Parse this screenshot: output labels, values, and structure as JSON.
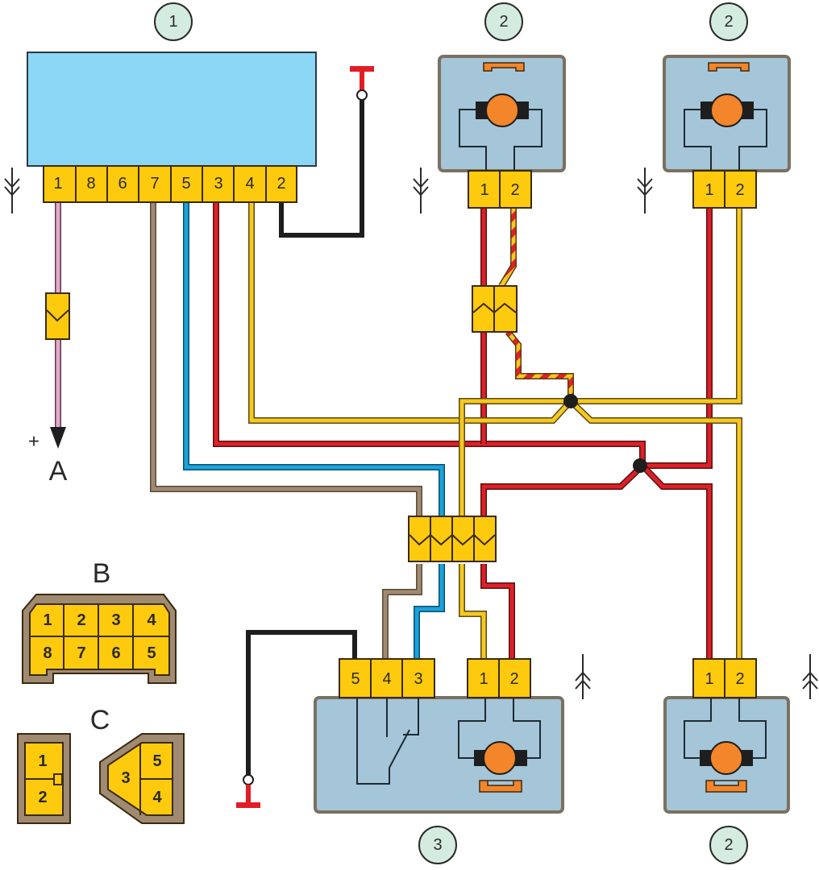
{
  "diagram": {
    "title": "Wiring diagram: front and rear power window motors",
    "callouts": {
      "c1": "1",
      "c2a": "2",
      "c2b": "2",
      "c2c": "2",
      "c3": "3"
    },
    "components": [
      {
        "id": "1",
        "description": "control unit",
        "connector_pins": [
          "1",
          "8",
          "6",
          "7",
          "5",
          "3",
          "4",
          "2"
        ]
      },
      {
        "id": "2",
        "description": "window motor",
        "connector_pins": [
          "1",
          "2"
        ]
      },
      {
        "id": "3",
        "description": "window motor with limit switch",
        "connector_pins": [
          "5",
          "4",
          "3",
          "1",
          "2"
        ]
      }
    ],
    "labels": {
      "A_plus": "+",
      "A": "A",
      "B": "B",
      "C": "C"
    },
    "connector_B": {
      "top_row": [
        "1",
        "2",
        "3",
        "4"
      ],
      "bottom_row": [
        "8",
        "7",
        "6",
        "5"
      ]
    },
    "connector_C": {
      "left": [
        "1",
        "2"
      ],
      "right_main": "3",
      "right_top": "5",
      "right_bottom": "4"
    },
    "unit1_pins": [
      "1",
      "8",
      "6",
      "7",
      "5",
      "3",
      "4",
      "2"
    ],
    "motor_tl_pins": [
      "1",
      "2"
    ],
    "motor_tr_pins": [
      "1",
      "2"
    ],
    "motor_br_pins": [
      "1",
      "2"
    ],
    "unit3_pins": [
      "5",
      "4",
      "3",
      "1",
      "2"
    ],
    "wire_colors": {
      "pink": "#e7a8cc",
      "brown": "#a08a72",
      "blue": "#1aa3dc",
      "red": "#dc2128",
      "yellow": "#f6c823",
      "black": "#1e1e1e"
    },
    "colors": {
      "unit1_body": "#8cd6f5",
      "motor_body": "#a5c5d8",
      "motor_border": "#7b7160",
      "connector": "#fdca0d",
      "motor_armature": "#f3862a",
      "callout_fill": "#d4ecdf",
      "ground": "#e21d26"
    }
  }
}
